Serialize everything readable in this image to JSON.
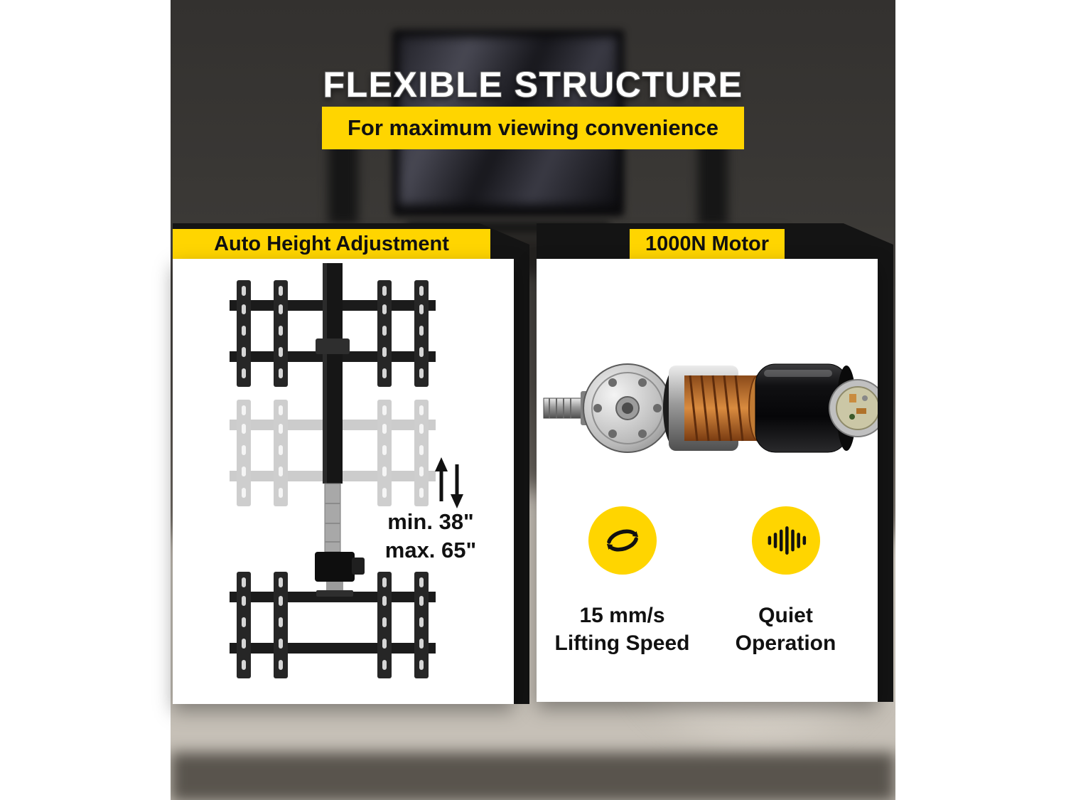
{
  "colors": {
    "accent_yellow": "#FFD500",
    "text_dark": "#111111",
    "panel_white": "#FFFFFF"
  },
  "header": {
    "title": "FLEXIBLE STRUCTURE",
    "subtitle": "For maximum viewing convenience"
  },
  "left_card": {
    "title": "Auto Height Adjustment",
    "illustration": "tv-lift-bracket",
    "height_range": {
      "min": "min. 38\"",
      "max": "max. 65\""
    }
  },
  "right_card": {
    "title": "1000N Motor",
    "illustration": "motor-cutaway",
    "features": [
      {
        "icon": "rotation-arrows-icon",
        "line1": "15 mm/s",
        "line2": "Lifting Speed"
      },
      {
        "icon": "sound-waves-icon",
        "line1": "Quiet",
        "line2": "Operation"
      }
    ]
  }
}
